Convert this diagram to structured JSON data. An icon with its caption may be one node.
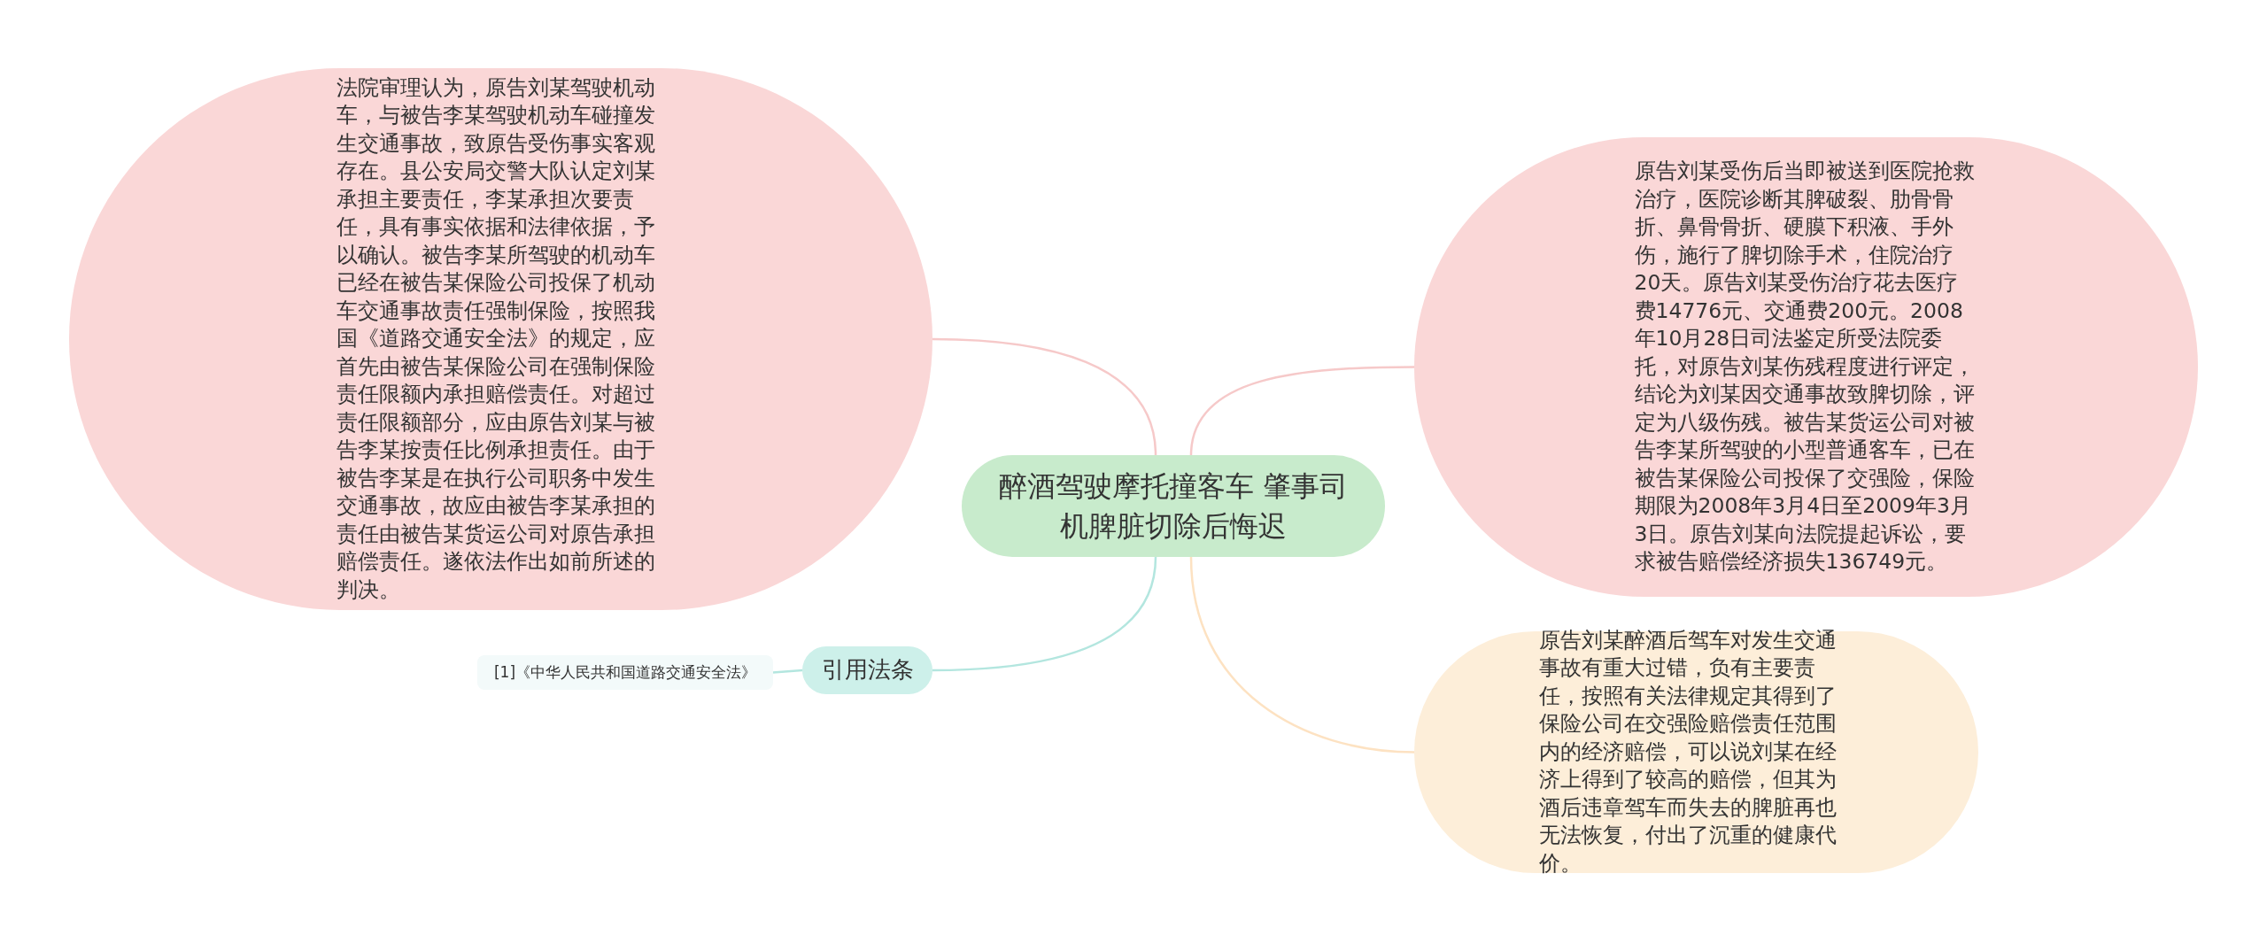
{
  "diagram": {
    "nodes": [
      {
        "text": [
          "醉酒驾驶摩托撞客车 肇事司机脾脏切除后悔迟"
        ]
      },
      {
        "text": [
          "法院审理认为，原告刘某驾驶机动车，与被告李某驾驶机动车碰撞发生交通事故，致原告受伤事实客观存在。县公安局交警大队认定刘某承担主要责任，李某承担次要责任，具有事实依据和法律依据，予以确认。被告李某所驾驶的机动车已经在被告某保险公司投保了机动车交通事故责任强制保险，按照我国《道路交通安全法》的规定，应首先由被告某保险公司在强制保险责任限额内承担赔偿责任。对超过责任限额部分，应由原告刘某与被告李某按责任比例承担责任。由于被告李某是在执行公司职务中发生交通事故，故应由被告李某承担的责任由被告某货运公司对原告承担赔偿责任。遂依法作出如前所述的判决。"
        ]
      },
      {
        "text": [
          "原告刘某受伤后当即被送到医院抢救治疗，医院诊断其脾破裂、肋骨骨折、鼻骨骨折、硬膜下积液、手外伤，施行了脾切除手术，住院治疗20天。原告刘某受伤治疗花去医疗费14776元、交通费200元。2008年10月28日司法鉴定所受法院委托，对原告刘某伤残程度进行评定，结论为刘某因交通事故致脾切除，评定为八级伤残。被告某货运公司对被告李某所驾驶的小型普通客车，已在被告某保险公司投保了交强险，保险期限为2008年3月4日至2009年3月3日。原告刘某向法院提起诉讼，要求被告赔偿经济损失136749元。"
        ]
      },
      {
        "text": [
          "原告刘某醉酒后驾车对发生交通事故有重大过错，负有主要责任，按照有关法律规定其得到了保险公司在交强险赔偿责任范围内的经济赔偿，可以说刘某在经济上得到了较高的赔偿，但其为酒后违章驾车而失去的脾脏再也无法恢复，付出了沉重的健康代价。"
        ]
      },
      {
        "text": [
          "引用法条"
        ]
      },
      {
        "text": [
          "[1]《中华人民共和国道路交通安全法》"
        ]
      }
    ],
    "edges": [
      {
        "from": 0,
        "to": 1,
        "arrow": "none",
        "color": "#f6c9c9"
      },
      {
        "from": 0,
        "to": 2,
        "arrow": "none",
        "color": "#f6c9c9"
      },
      {
        "from": 0,
        "to": 3,
        "arrow": "none",
        "color": "#fde2c2"
      },
      {
        "from": 0,
        "to": 4,
        "arrow": "none",
        "color": "#b3e6df"
      },
      {
        "from": 4,
        "to": 5,
        "arrow": "none",
        "color": "#b3e6df"
      }
    ]
  }
}
